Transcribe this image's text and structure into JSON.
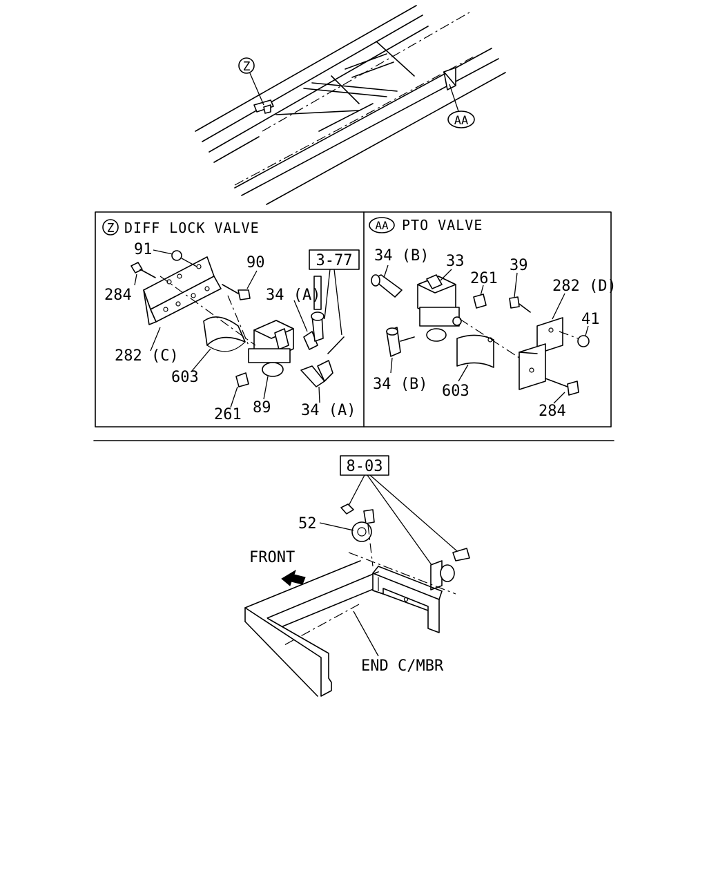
{
  "callouts": {
    "top_z": "Z",
    "top_aa": "AA"
  },
  "panel_left": {
    "circle_letter": "Z",
    "title": "DIFF LOCK VALVE",
    "ref_box": "3-77",
    "labels": [
      "91",
      "90",
      "284",
      "34 (A)",
      "282 (C)",
      "603",
      "261",
      "89",
      "34 (A)"
    ]
  },
  "panel_right": {
    "circle_letter": "AA",
    "title": "PTO VALVE",
    "labels": [
      "34 (B)",
      "33",
      "261",
      "39",
      "282 (D)",
      "41",
      "34 (B)",
      "603",
      "284"
    ]
  },
  "bottom": {
    "ref_box": "8-03",
    "part_52": "52",
    "front_label": "FRONT",
    "member_label": "END C/MBR"
  },
  "colors": {
    "ink": "#000000",
    "paper": "#ffffff"
  }
}
